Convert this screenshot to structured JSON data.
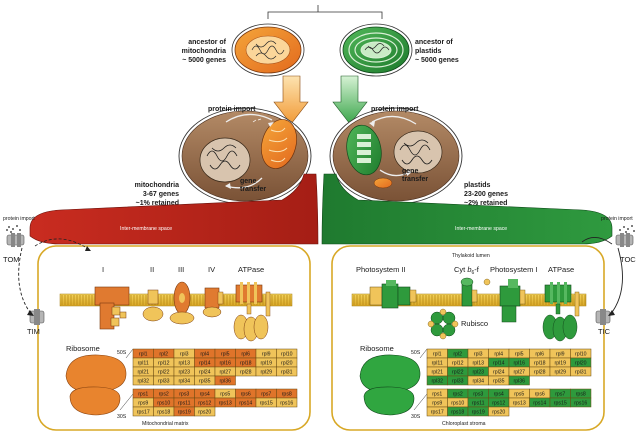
{
  "ancestors": {
    "mito": [
      "ancestor of",
      "mitochondria",
      "~ 5000 genes"
    ],
    "plastid": [
      "ancestor of",
      "plastids",
      "~ 5000 genes"
    ]
  },
  "events": {
    "mito_import": "protein import",
    "mito_transfer": [
      "gene",
      "transfer"
    ],
    "plastid_import": "protein import",
    "plastid_transfer": [
      "gene",
      "transfer"
    ]
  },
  "retained": {
    "mito": [
      "mitochondria",
      "3-67 genes",
      "~1% retained"
    ],
    "plastid": [
      "plastids",
      "23-200 genes",
      "~2% retained"
    ]
  },
  "mito_panel": {
    "import_label": "protein import",
    "tom": "TOM",
    "tim": "TIM",
    "space": "Inter-membrane space",
    "complexes": [
      "I",
      "II",
      "III",
      "IV",
      "ATPase"
    ],
    "ribosome": "Ribosome",
    "sub_large": "50S",
    "sub_small": "30S",
    "matrix": "Mitochondrial matrix",
    "colors": {
      "encoded": "#e0742a",
      "imported": "#f0c45a"
    },
    "grid50": [
      [
        [
          "rpl1",
          1
        ],
        [
          "rpl2",
          1
        ],
        [
          "rpl3",
          0
        ],
        [
          "rpl4",
          1
        ],
        [
          "rpl5",
          1
        ],
        [
          "rpl6",
          1
        ],
        [
          "rpl9",
          0
        ],
        [
          "rpl10",
          0
        ]
      ],
      [
        [
          "rpl11",
          0
        ],
        [
          "rpl12",
          0
        ],
        [
          "rpl13",
          0
        ],
        [
          "rpl14",
          1
        ],
        [
          "rpl16",
          1
        ],
        [
          "rpl18",
          1
        ],
        [
          "rpl19",
          0
        ],
        [
          "rpl20",
          0
        ]
      ],
      [
        [
          "rpl21",
          0
        ],
        [
          "rpl22",
          0
        ],
        [
          "rpl23",
          0
        ],
        [
          "rpl24",
          0
        ],
        [
          "rpl27",
          0
        ],
        [
          "rpl28",
          0
        ],
        [
          "rpl29",
          0
        ],
        [
          "rpl31",
          0
        ]
      ],
      [
        [
          "rpl32",
          0
        ],
        [
          "rpl33",
          0
        ],
        [
          "rpl34",
          0
        ],
        [
          "rpl35",
          0
        ],
        [
          "rpl36",
          1
        ]
      ]
    ],
    "grid30": [
      [
        [
          "rps1",
          1
        ],
        [
          "rps2",
          1
        ],
        [
          "rps3",
          1
        ],
        [
          "rps4",
          1
        ],
        [
          "rps5",
          0
        ],
        [
          "rps6",
          1
        ],
        [
          "rps7",
          1
        ],
        [
          "rps8",
          1
        ]
      ],
      [
        [
          "rps9",
          0
        ],
        [
          "rps10",
          1
        ],
        [
          "rps11",
          1
        ],
        [
          "rps12",
          1
        ],
        [
          "rps13",
          1
        ],
        [
          "rps14",
          1
        ],
        [
          "rps15",
          0
        ],
        [
          "rps16",
          0
        ]
      ],
      [
        [
          "rps17",
          0
        ],
        [
          "rps18",
          0
        ],
        [
          "rps19",
          1
        ],
        [
          "rps20",
          0
        ]
      ]
    ]
  },
  "plastid_panel": {
    "import_label": "protein import",
    "toc": "TOC",
    "tic": "TIC",
    "space": "Inter-membrane space",
    "lumen": "Thylakoid lumen",
    "complexes": [
      "Photosystem II",
      "Cyt",
      "b",
      "6",
      "-f",
      "Photosystem I",
      "ATPase"
    ],
    "rubisco": "Rubisco",
    "ribosome": "Ribosome",
    "sub_large": "50S",
    "sub_small": "30S",
    "stroma": "Chloroplast stroma",
    "colors": {
      "encoded": "#2e9a3c",
      "imported": "#f0c45a"
    },
    "grid50": [
      [
        [
          "rpl1",
          0
        ],
        [
          "rpl2",
          1
        ],
        [
          "rpl3",
          0
        ],
        [
          "rpl4",
          0
        ],
        [
          "rpl5",
          0
        ],
        [
          "rpl6",
          0
        ],
        [
          "rpl9",
          0
        ],
        [
          "rpl10",
          0
        ]
      ],
      [
        [
          "rpl11",
          0
        ],
        [
          "rpl12",
          0
        ],
        [
          "rpl13",
          0
        ],
        [
          "rpl14",
          1
        ],
        [
          "rpl16",
          1
        ],
        [
          "rpl18",
          0
        ],
        [
          "rpl19",
          0
        ],
        [
          "rpl20",
          1
        ]
      ],
      [
        [
          "rpl21",
          0
        ],
        [
          "rpl22",
          1
        ],
        [
          "rpl23",
          1
        ],
        [
          "rpl24",
          0
        ],
        [
          "rpl27",
          0
        ],
        [
          "rpl28",
          0
        ],
        [
          "rpl29",
          0
        ],
        [
          "rpl31",
          0
        ]
      ],
      [
        [
          "rpl32",
          1
        ],
        [
          "rpl33",
          1
        ],
        [
          "rpl34",
          0
        ],
        [
          "rpl35",
          0
        ],
        [
          "rpl36",
          1
        ]
      ]
    ],
    "grid30": [
      [
        [
          "rps1",
          0
        ],
        [
          "rps2",
          1
        ],
        [
          "rps3",
          1
        ],
        [
          "rps4",
          1
        ],
        [
          "rps5",
          0
        ],
        [
          "rps6",
          0
        ],
        [
          "rps7",
          1
        ],
        [
          "rps8",
          1
        ]
      ],
      [
        [
          "rps9",
          0
        ],
        [
          "rps10",
          0
        ],
        [
          "rps11",
          1
        ],
        [
          "rps12",
          1
        ],
        [
          "rps13",
          0
        ],
        [
          "rps14",
          1
        ],
        [
          "rps15",
          1
        ],
        [
          "rps16",
          1
        ]
      ],
      [
        [
          "rps17",
          0
        ],
        [
          "rps18",
          1
        ],
        [
          "rps19",
          1
        ],
        [
          "rps20",
          0
        ]
      ]
    ]
  }
}
